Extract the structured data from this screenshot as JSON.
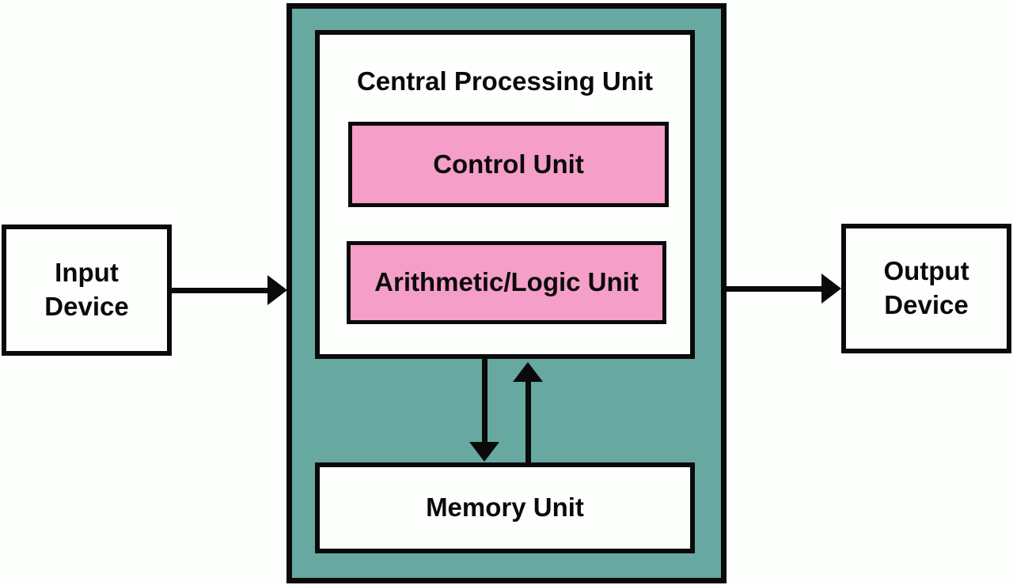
{
  "diagram": {
    "cpu": {
      "title": "Central Processing Unit"
    },
    "control_unit": {
      "label": "Control Unit"
    },
    "alu": {
      "label": "Arithmetic/Logic Unit"
    },
    "memory": {
      "label": "Memory Unit"
    },
    "input_device": {
      "line1": "Input",
      "line2": "Device"
    },
    "output_device": {
      "line1": "Output",
      "line2": "Device"
    },
    "colors": {
      "bg": "#FCFFFB",
      "shell": "#67A8A0",
      "boxfill": "#FDFFFC",
      "pink": "#F59EC8",
      "line": "#0A0A0A"
    }
  }
}
